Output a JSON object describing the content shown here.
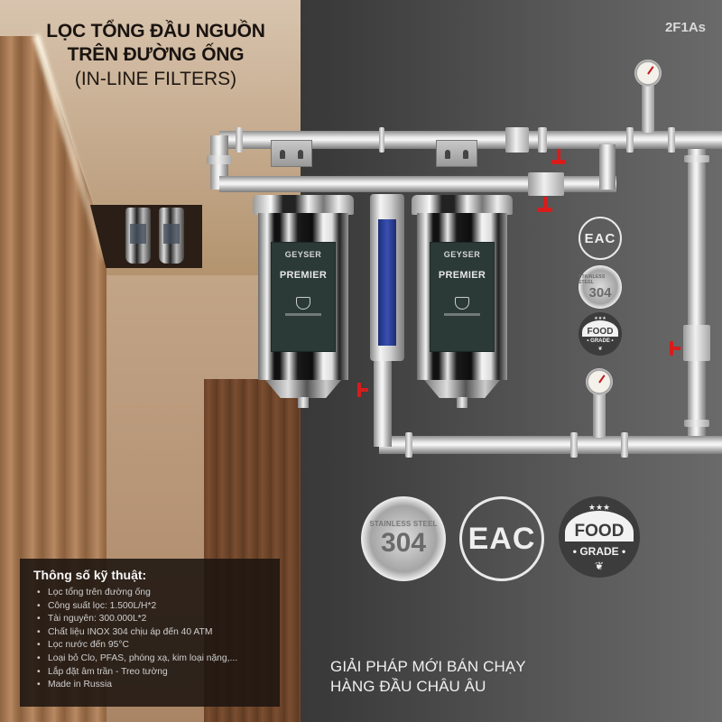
{
  "header": {
    "title_line1": "LỌC TỔNG ĐẦU NGUỒN",
    "title_line2": "TRÊN ĐƯỜNG ỐNG",
    "title_line3": "(IN-LINE FILTERS)",
    "model_code": "2F1As"
  },
  "product": {
    "brand": "GEYSER",
    "model": "PREMIER",
    "housing_count": 2,
    "colors": {
      "valve_red": "#d81c1c",
      "cartridge_blue": "#2a3f9a",
      "label_dark_green": "#2b3a37"
    }
  },
  "badges": {
    "stainless": {
      "top_text": "STAINLESS STEEL",
      "number": "304"
    },
    "eac": {
      "text": "EAC"
    },
    "food_grade": {
      "top_text": "FOOD",
      "bottom_text": "• GRADE •",
      "stars": "★★★",
      "leaf_icon": "leaf-icon"
    }
  },
  "specs": {
    "heading": "Thông số kỹ thuật:",
    "items": [
      "Lọc tổng trên đường ống",
      "Công suất lọc: 1.500L/H*2",
      "Tài nguyên: 300.000L*2",
      "Chất liệu INOX 304 chịu áp đến 40 ATM",
      "Lọc nước đến 95°C",
      "Loại bỏ Clo, PFAS, phóng xạ, kim loại nặng,...",
      "Lắp đặt âm trần - Treo tường",
      "Made in Russia"
    ]
  },
  "tagline": {
    "line1": "GIẢI PHÁP MỚI BÁN CHẠY",
    "line2": "HÀNG ĐẦU CHÂU ÂU"
  }
}
